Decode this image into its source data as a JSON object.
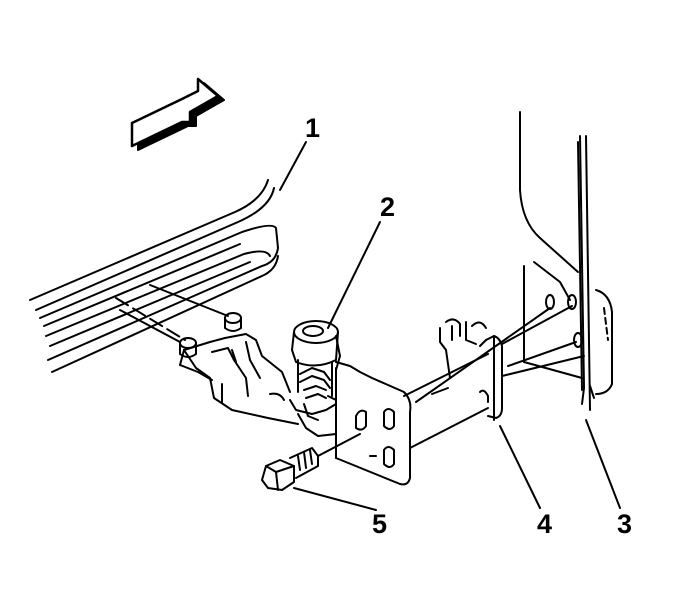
{
  "diagram": {
    "callouts": [
      {
        "id": "c1",
        "label": "1",
        "part": "door-edge"
      },
      {
        "id": "c2",
        "label": "2",
        "part": "hinge"
      },
      {
        "id": "c3",
        "label": "3",
        "part": "body-pillar"
      },
      {
        "id": "c4",
        "label": "4",
        "part": "shim"
      },
      {
        "id": "c5",
        "label": "5",
        "part": "bolt"
      }
    ],
    "colors": {
      "line": "#000000",
      "background": "#ffffff",
      "arrow_fill": "#ffffff"
    },
    "icons": [
      "direction-arrow-icon",
      "bolt-icon"
    ]
  }
}
